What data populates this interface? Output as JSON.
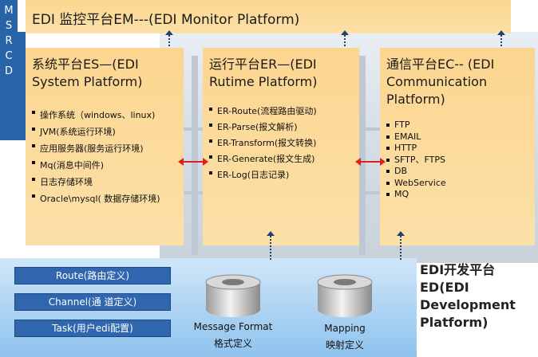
{
  "side": {
    "letters": [
      "M",
      "S",
      "R",
      "C",
      "D"
    ]
  },
  "em": {
    "title": "EDI 监控平台EM---(EDI Monitor Platform)"
  },
  "es": {
    "title_line1": "系统平台ES—(EDI",
    "title_line2": "System Platform)",
    "items": [
      "操作系统（windows、linux)",
      "JVM(系统运行环境)",
      "应用服务器(服务运行环境)",
      "Mq(消息中间件)",
      "日志存储环境",
      "Oracle\\mysql( 数据存储环境)"
    ]
  },
  "er": {
    "title_line1": "运行平台ER—(EDI",
    "title_line2": "Rutime Platform)",
    "items": [
      "ER-Route(流程路由驱动)",
      "ER-Parse(报文解析)",
      "ER-Transform(报文转换)",
      "ER-Generate(报文生成)",
      "ER-Log(日志记录)"
    ]
  },
  "ec": {
    "title_line1": "通信平台EC-- (EDI",
    "title_line2": "Communication",
    "title_line3": "Platform)",
    "items": [
      "FTP",
      "EMAIL",
      "HTTP",
      "SFTP、FTPS",
      "DB",
      "WebService",
      "MQ"
    ]
  },
  "ed": {
    "label_line1": "EDI开发平台",
    "label_line2": "ED(EDI",
    "label_line3": "Development",
    "label_line4": "Platform)",
    "buttons": [
      "Route(路由定义)",
      "Channel(通 道定义)",
      "Task(用户edi配置)"
    ],
    "db1_label1": "Message Format",
    "db1_label2": "格式定义",
    "db2_label1": "Mapping",
    "db2_label2": "映射定义"
  },
  "colors": {
    "orange_box": "#fcd690",
    "blue_bar": "#2a64a8",
    "button_blue": "#2f66ae",
    "panel_blue": "#a8d1f3",
    "red_arrow": "#e02020",
    "dots": "#1f3f6e"
  }
}
